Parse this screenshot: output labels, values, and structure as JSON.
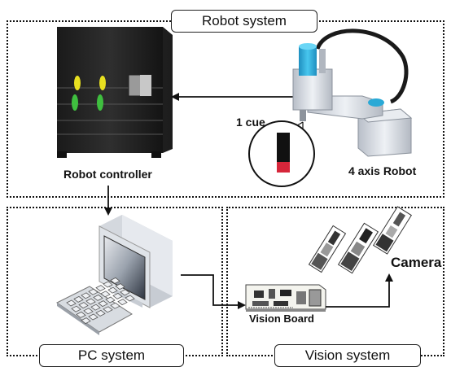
{
  "regions": {
    "robot_system": "Robot system",
    "pc_system": "PC system",
    "vision_system": "Vision system"
  },
  "labels": {
    "robot_controller": "Robot controller",
    "cue": "1 cue",
    "four_axis_robot": "4 axis Robot",
    "vision_board": "Vision Board",
    "camera": "Camera"
  },
  "icons": [
    "robot-controller-icon",
    "scara-robot-icon",
    "cue-icon",
    "computer-icon",
    "keyboard-icon",
    "vision-board-icon",
    "camera-icon"
  ],
  "colors": {
    "indicator_yellow": "#e8e020",
    "indicator_green": "#3fbf3f",
    "robot_cyan": "#2aa9d6",
    "cue_red": "#d6263a"
  }
}
